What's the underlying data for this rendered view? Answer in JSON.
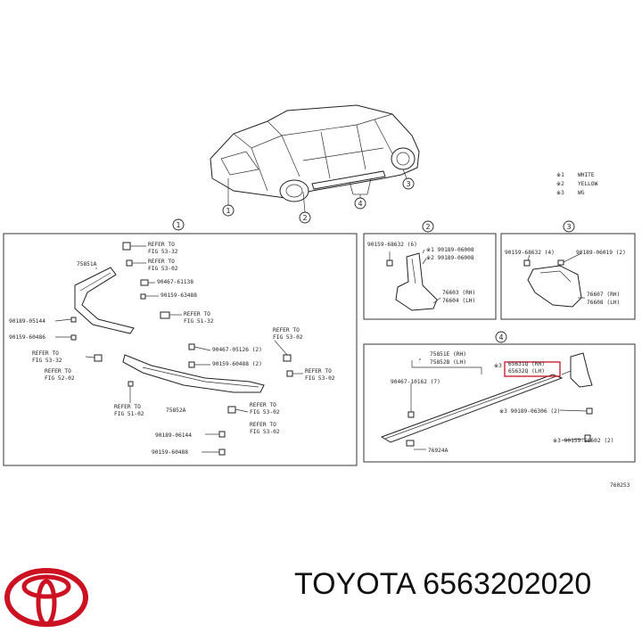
{
  "caption": {
    "brand": "TOYOTA",
    "part_number": "6563202020"
  },
  "colors": {
    "logo_red": "#cc1122",
    "highlight_red": "#cc2233",
    "line": "#333333"
  },
  "legend": [
    {
      "mark": "※1",
      "text": "WHITE"
    },
    {
      "mark": "※2",
      "text": "YELLOW"
    },
    {
      "mark": "※3",
      "text": "WG"
    }
  ],
  "callouts": {
    "c1": "1",
    "c2": "2",
    "c3": "3",
    "c4": "4"
  },
  "diagram_code": "760253",
  "panel1": {
    "refer_top": [
      "REFER TO",
      "FIG 53-32"
    ],
    "p75851A": "75851A",
    "refer_fig5302a": [
      "REFER TO",
      "FIG 53-02"
    ],
    "p90467_61138": "90467-61138",
    "p90159_63488a": "90159-63488",
    "refer_fig5132": [
      "REFER TO",
      "FIG 51-32"
    ],
    "p90189_05144a": "90189-05144",
    "p90159_60486": "90159-60486",
    "refer_left_a": [
      "REFER TO",
      "FIG 53-32"
    ],
    "refer_left_b": [
      "REFER TO",
      "FIG 52-02"
    ],
    "p90467_05126": "90467-05126 (2)",
    "refer_fig5302b": [
      "REFER TO",
      "FIG 53-02"
    ],
    "p90159_60488": "90159-60488 (2)",
    "refer_fig5302c": [
      "REFER TO",
      "FIG 53-02"
    ],
    "refer_fig5102": [
      "REFER TO",
      "FIG 51-02"
    ],
    "p75852A": "75852A",
    "refer_fig5302d": [
      "REFER TO",
      "FIG 53-02"
    ],
    "refer_fig5302e": [
      "REFER TO",
      "FIG 53-02"
    ],
    "p90189_06144b": "90189-06144",
    "p90159_60488b": "90159-60488"
  },
  "panel2": {
    "p90159_68632": "90159-68632 (6)",
    "p90189_06008a": "※1 90189-06008",
    "p90189_06008b": "※2 90189-06008",
    "p76603": "76603 (RH)",
    "p76604": "76604 (LH)"
  },
  "panel3": {
    "p90159_68632": "90159-68632 (4)",
    "p90189_06019": "90189-06019 (2)",
    "p76607": "76607 (RH)",
    "p76608": "76608 (LH)"
  },
  "panel4": {
    "p75851E": "75851E (RH)",
    "p75852B": "75852B (LH)",
    "p65631Q": "65631Q (RH)",
    "p65632Q": "65632Q (LH)",
    "mark3": "※3",
    "p90467_10162": "90467-10162 (7)",
    "p90189_06306": "※3 90189-06306 (2)",
    "p76924A": "76924A",
    "p90159_60602": "※3 90159-60602 (2)"
  }
}
